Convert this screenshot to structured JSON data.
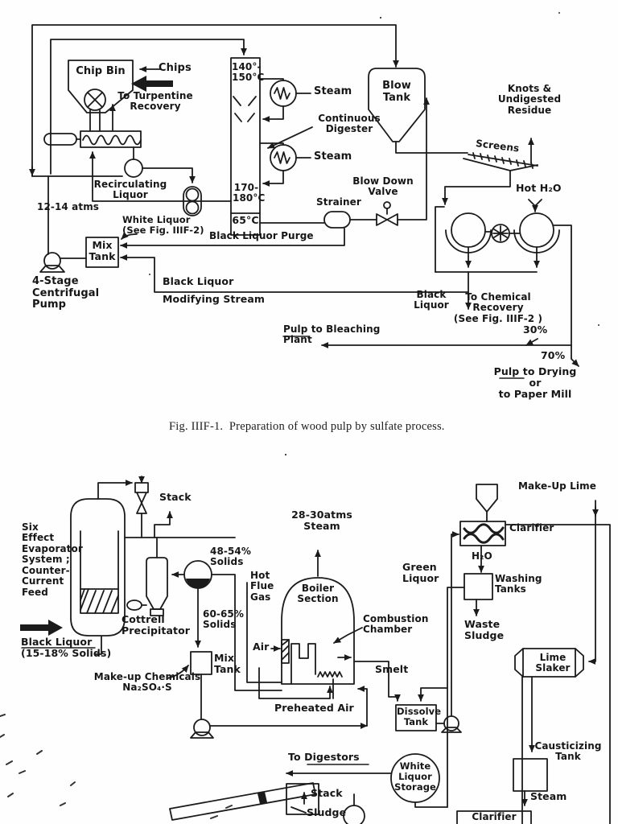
{
  "page": {
    "background": "#fefefe",
    "ink": "#1b1b1b",
    "caption": "Fig. IIIF-1.  Preparation of wood pulp by sulfate process."
  },
  "fig1": {
    "labels": {
      "chip_bin": "Chip Bin",
      "chips": "Chips",
      "turpentine": "To Turpentine\nRecovery",
      "temp_top": "140°-\n150°C",
      "steam1": "Steam",
      "continuous_digester": "Continuous\nDigester",
      "steam2": "Steam",
      "blow_tank": "Blow\nTank",
      "knots": "Knots &\nUndigested\nResidue",
      "screens": "Screens",
      "recirculating_liquor": "Recirculating\nLiquor",
      "temp_bottom": "170-\n180°C",
      "atms": "12-14 atms",
      "white_liquor": "White Liquor\n(See Fig. IIIF-2)",
      "temp_65": "65°C",
      "black_liquor_purge": "Black Liquor Purge",
      "mix_tank": "Mix\nTank",
      "strainer": "Strainer",
      "blow_down_valve": "Blow Down\nValve",
      "hot_h2o": "Hot H₂O",
      "four_stage_pump": "4-Stage\nCentrifugal\nPump",
      "black_liquor_modifying_1": "Black Liquor",
      "black_liquor_modifying_2": "Modifying Stream",
      "black_liquor": "Black\nLiquor",
      "to_chemical_recovery": "To Chemical\nRecovery\n(See Fig. IIIF-2 )",
      "pulp_bleaching": "Pulp to Bleaching Plant",
      "pct30": "30%",
      "pct70": "70%",
      "pulp_drying": "Pulp to Drying\nor\nto Paper Mill"
    }
  },
  "fig2": {
    "labels": {
      "six_effect": "Six\nEffect\nEvaporator\nSystem ;\nCounter-\nCurrent\nFeed",
      "stack_top": "Stack",
      "solids_48": "48-54%\nSolids",
      "steam_28": "28-30atms\nSteam",
      "make_up_lime": "Make-Up Lime",
      "clarifier_top": "Clarifier",
      "green_liquor": "Green\nLiquor",
      "h2o": "H₂O",
      "washing_tanks": "Washing\nTanks",
      "hot_flue_gas": "Hot\nFlue\nGas",
      "boiler_section": "Boiler\nSection",
      "combustion_chamber": "Combustion\nChamber",
      "waste_sludge": "Waste\nSludge",
      "cottrell": "Cottrell\nPrecipitator",
      "solids_60": "60-65%\nSolids",
      "black_liquor_feed": "Black Liquor\n(15-18% Solids)",
      "mix_tank": "Mix\nTank",
      "air": "Air",
      "smelt": "Smelt",
      "lime_slaker": "Lime\nSlaker",
      "make_up_chemicals": "Make-up Chemicals\nNa₂SO₄·S",
      "preheated_air": "Preheated Air",
      "dissolve_tank": "Dissolve\nTank",
      "to_digestors": "To Digestors",
      "white_liquor_storage": "White\nLiquor\nStorage",
      "causticizing_tank": "Causticizing\nTank",
      "stack_bottom": "Stack",
      "sludge": "Sludge",
      "steam_bottom": "Steam",
      "clarifier_bottom": "Clarifier"
    }
  }
}
